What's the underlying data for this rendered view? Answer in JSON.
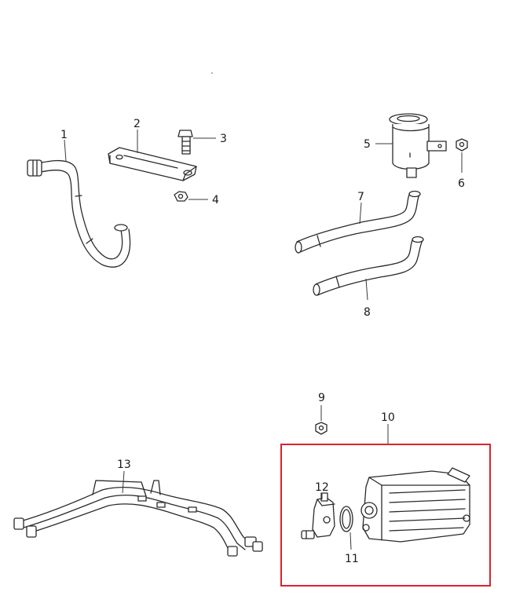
{
  "callouts": {
    "c1": "1",
    "c2": "2",
    "c3": "3",
    "c4": "4",
    "c5": "5",
    "c6": "6",
    "c7": "7",
    "c8": "8",
    "c9": "9",
    "c10": "10",
    "c11": "11",
    "c12": "12",
    "c13": "13"
  },
  "highlight_color": "#d9232e"
}
